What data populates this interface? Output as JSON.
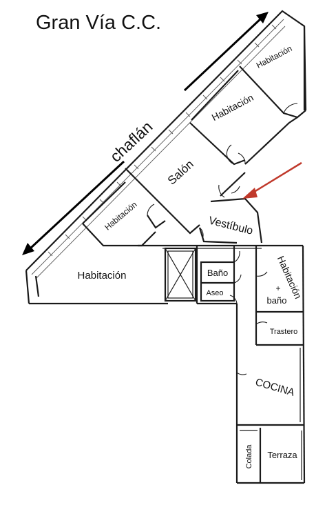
{
  "title": "Gran Vía C.C.",
  "frontage_label": "chaflán",
  "rooms": {
    "habitacion_1": "Habitación",
    "habitacion_2": "Habitación",
    "salon": "Salón",
    "habitacion_3": "Habitación",
    "vestibulo": "Vestíbulo",
    "habitacion_4": "Habitación",
    "bano": "Baño",
    "aseo": "Aseo",
    "habitacion_bano_1": "Habitación",
    "habitacion_bano_plus": "+",
    "habitacion_bano_2": "baño",
    "trastero": "Trastero",
    "cocina": "COCINA",
    "colada": "Colada",
    "terraza": "Terraza"
  },
  "colors": {
    "wall": "#1a1a1a",
    "arrow": "#c0392b"
  },
  "icons": [
    "double-arrow-icon",
    "entrance-arrow-icon"
  ]
}
